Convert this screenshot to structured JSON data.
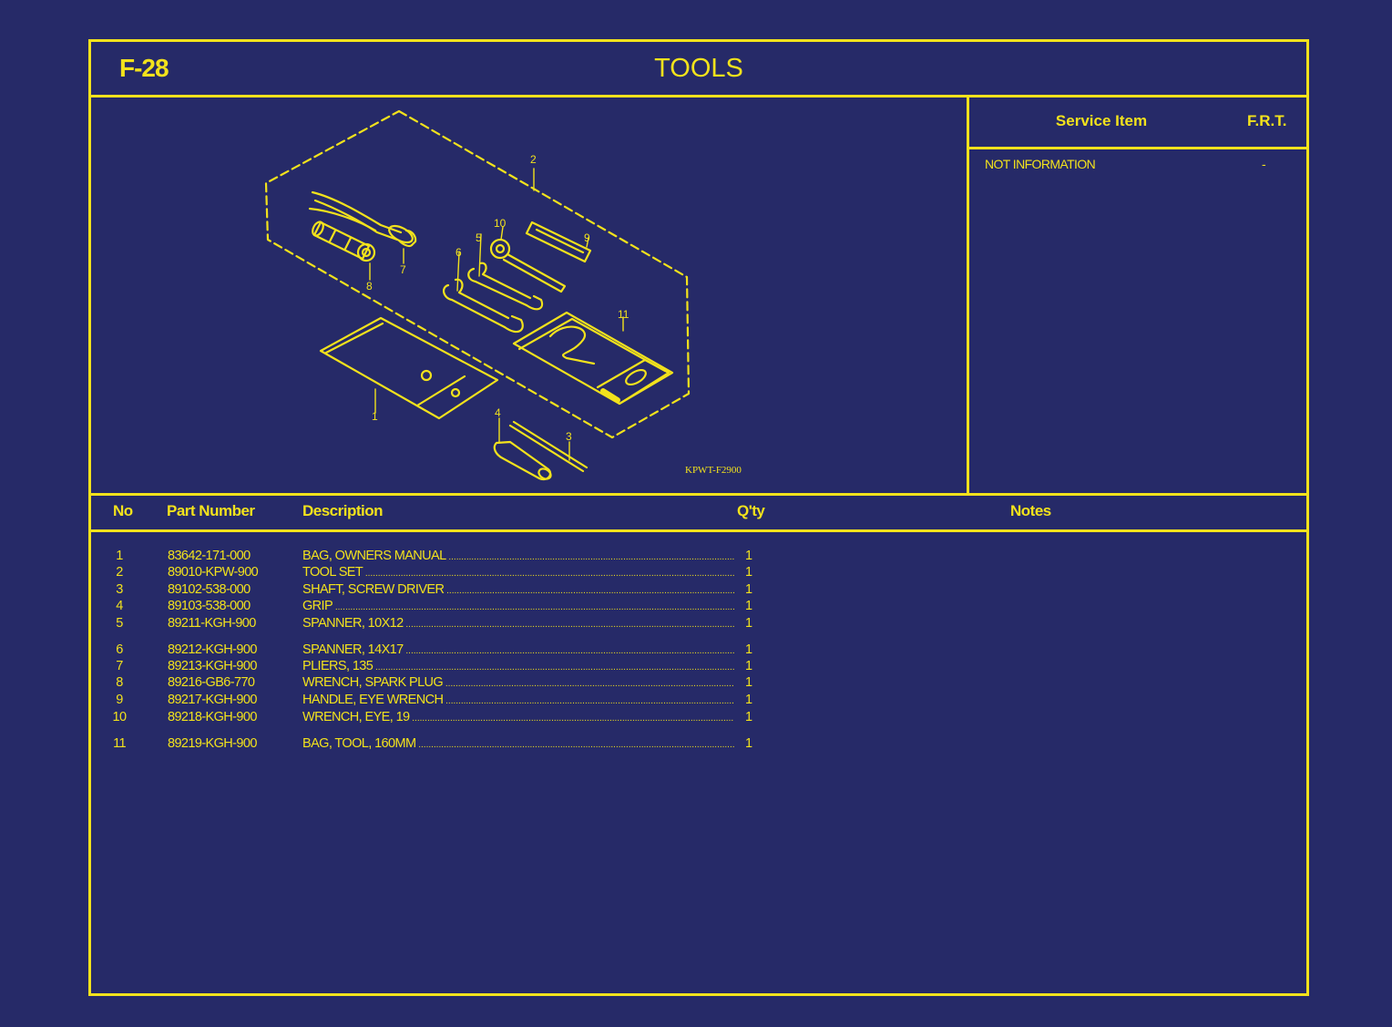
{
  "header": {
    "code": "F-28",
    "title": "TOOLS"
  },
  "illustration": {
    "ref_code": "KPWT-F2900",
    "callouts": [
      "1",
      "2",
      "3",
      "4",
      "5",
      "6",
      "7",
      "8",
      "9",
      "10",
      "11"
    ]
  },
  "service": {
    "col_item": "Service Item",
    "col_frt": "F.R.T.",
    "rows": [
      {
        "item": "NOT INFORMATION",
        "frt": "-"
      }
    ]
  },
  "table": {
    "headers": {
      "no": "No",
      "part_number": "Part Number",
      "description": "Description",
      "qty": "Q'ty",
      "notes": "Notes"
    },
    "rows": [
      {
        "no": "1",
        "part": "83642-171-000",
        "desc": "BAG, OWNERS MANUAL",
        "qty": "1"
      },
      {
        "no": "2",
        "part": "89010-KPW-900",
        "desc": "TOOL SET",
        "qty": "1"
      },
      {
        "no": "3",
        "part": "89102-538-000",
        "desc": "SHAFT, SCREW DRIVER",
        "qty": "1"
      },
      {
        "no": "4",
        "part": "89103-538-000",
        "desc": "GRIP",
        "qty": "1"
      },
      {
        "no": "5",
        "part": "89211-KGH-900",
        "desc": "SPANNER, 10X12",
        "qty": "1"
      },
      {
        "no": "6",
        "part": "89212-KGH-900",
        "desc": "SPANNER, 14X17",
        "qty": "1"
      },
      {
        "no": "7",
        "part": "89213-KGH-900",
        "desc": "PLIERS, 135",
        "qty": "1"
      },
      {
        "no": "8",
        "part": "89216-GB6-770",
        "desc": "WRENCH, SPARK PLUG",
        "qty": "1"
      },
      {
        "no": "9",
        "part": "89217-KGH-900",
        "desc": "HANDLE, EYE WRENCH",
        "qty": "1"
      },
      {
        "no": "10",
        "part": "89218-KGH-900",
        "desc": "WRENCH, EYE, 19",
        "qty": "1"
      },
      {
        "no": "11",
        "part": "89219-KGH-900",
        "desc": "BAG, TOOL, 160MM",
        "qty": "1"
      }
    ]
  },
  "colors": {
    "background": "#262a68",
    "line": "#f2e21c"
  }
}
